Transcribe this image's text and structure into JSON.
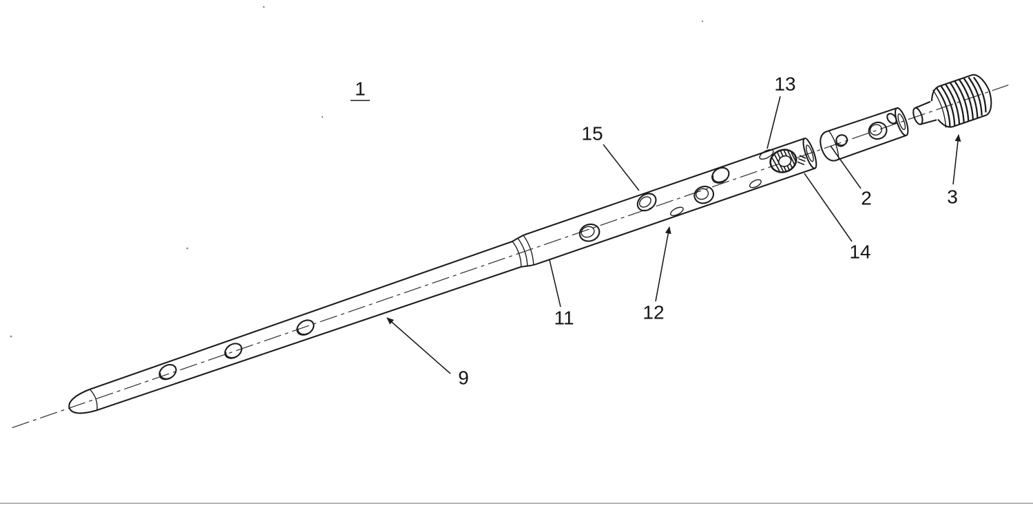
{
  "page": {
    "background_color": "#ffffff",
    "ink_color": "#1c1c1c"
  },
  "figure": {
    "figure_number": "1",
    "reference_numerals": {
      "r2": "2",
      "r3": "3",
      "r9": "9",
      "r11": "11",
      "r12": "12",
      "r13": "13",
      "r14": "14",
      "r15": "15"
    }
  }
}
